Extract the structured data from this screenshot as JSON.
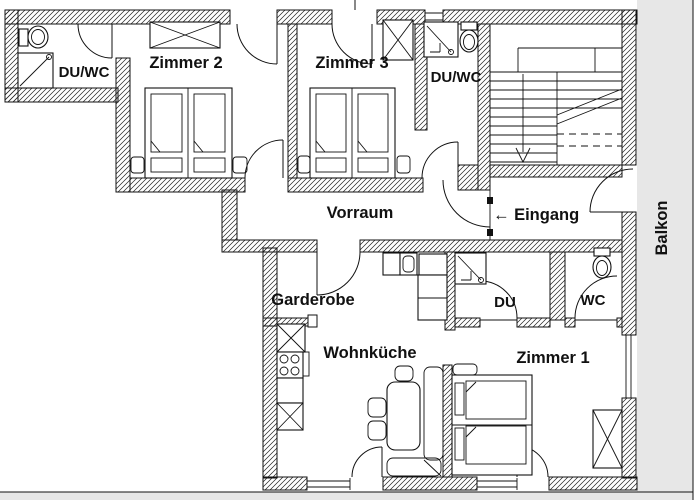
{
  "colors": {
    "balcony_bg": "#e7e7e7",
    "line": "#111111",
    "outline": "#3a3a3a"
  },
  "labels": {
    "duwc_top_left": "DU/WC",
    "zimmer2": "Zimmer 2",
    "zimmer3": "Zimmer 3",
    "duwc_top_right": "DU/WC",
    "vorraum": "Vorraum",
    "eingang": "← Eingang",
    "balkon": "Balkon",
    "garderobe": "Garderobe",
    "du": "DU",
    "wc": "WC",
    "wohnkueche": "Wohnküche",
    "zimmer1": "Zimmer 1"
  }
}
